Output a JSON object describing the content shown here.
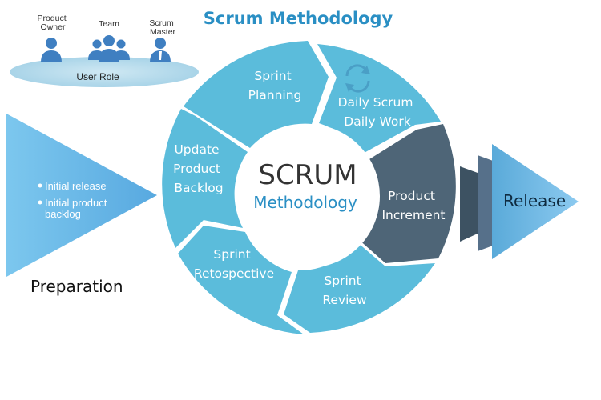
{
  "title": "Scrum Methodology",
  "user_role": {
    "label": "User Role",
    "roles": [
      {
        "line1": "Product",
        "line2": "Owner",
        "icon": "person-icon"
      },
      {
        "line1": "Team",
        "line2": "",
        "icon": "team-icon"
      },
      {
        "line1": "Scrum",
        "line2": "Master",
        "icon": "person-tie-icon"
      }
    ]
  },
  "preparation": {
    "label": "Preparation",
    "bullets": [
      {
        "line1": "Initial release",
        "line2": ""
      },
      {
        "line1": "Initial product",
        "line2": "backlog"
      }
    ]
  },
  "center": {
    "line1": "SCRUM",
    "line2": "Methodology"
  },
  "cycle": [
    {
      "name": "sprint-planning",
      "lines": [
        "Sprint",
        "Planning"
      ]
    },
    {
      "name": "daily-scrum",
      "lines": [
        "Daily Scrum",
        "Daily Work"
      ],
      "icon": "refresh-icon"
    },
    {
      "name": "product-increment",
      "lines": [
        "Product",
        "Increment"
      ]
    },
    {
      "name": "sprint-review",
      "lines": [
        "Sprint",
        "Review"
      ]
    },
    {
      "name": "sprint-retrospective",
      "lines": [
        "Sprint",
        "Retospective"
      ]
    },
    {
      "name": "update-product-backlog",
      "lines": [
        "Update",
        "Product",
        "Backlog"
      ]
    }
  ],
  "release": {
    "label": "Release"
  },
  "colors": {
    "title": "#2a8fc4",
    "segment": "#5bbcdb",
    "increment": "#4e6577",
    "arrow_light": "#6cb8e6",
    "arrow_dark": "#3d5262",
    "ellipse": "#b7dcec"
  }
}
